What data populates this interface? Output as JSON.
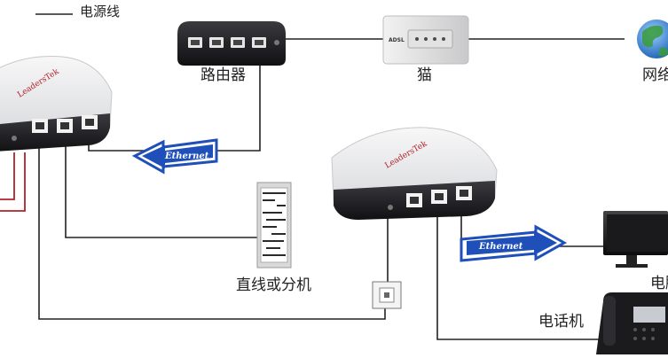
{
  "labels": {
    "power_cord": "电源线",
    "router": "路由器",
    "modem": "猫",
    "internet": "网络",
    "line_or_splitter": "直线或分机",
    "computer": "电脑",
    "telephone": "电话机"
  },
  "ethernet": {
    "left": "Ethernet",
    "right": "Ethernet"
  },
  "brand": "LeadersTek",
  "modem_brand": "ADSL",
  "colors": {
    "wire": "#222222",
    "power_wire": "#b0202a",
    "ethernet_blue": "#1f4fb8",
    "device_body": "#e9e9ea",
    "device_dark": "#1b1b1e"
  }
}
